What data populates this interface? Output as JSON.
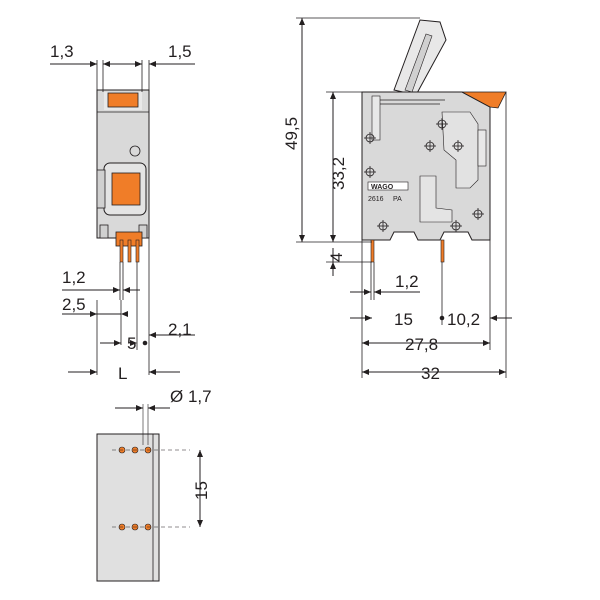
{
  "colors": {
    "housing": "#d9d9d9",
    "housing_light": "#e8e8e8",
    "accent_orange": "#f07d28",
    "ink": "#231f20"
  },
  "labels": {
    "front_top_left": "1,3",
    "front_top_right": "1,5",
    "front_pin_width": "1,2",
    "front_offset": "2,5",
    "front_pitch": "5",
    "front_edge": "2,1",
    "front_length": "L",
    "hole_diameter": "Ø 1,7",
    "hole_pitch": "15",
    "side_height_total": "49,5",
    "side_height_body": "33,2",
    "side_pin_length": "4",
    "side_pin_width": "1,2",
    "side_pitch": "15",
    "side_rear": "10,2",
    "side_width_inner": "27,8",
    "side_width_total": "32",
    "logo_text": "WAGO",
    "part_number": "2616",
    "material": "PA"
  }
}
